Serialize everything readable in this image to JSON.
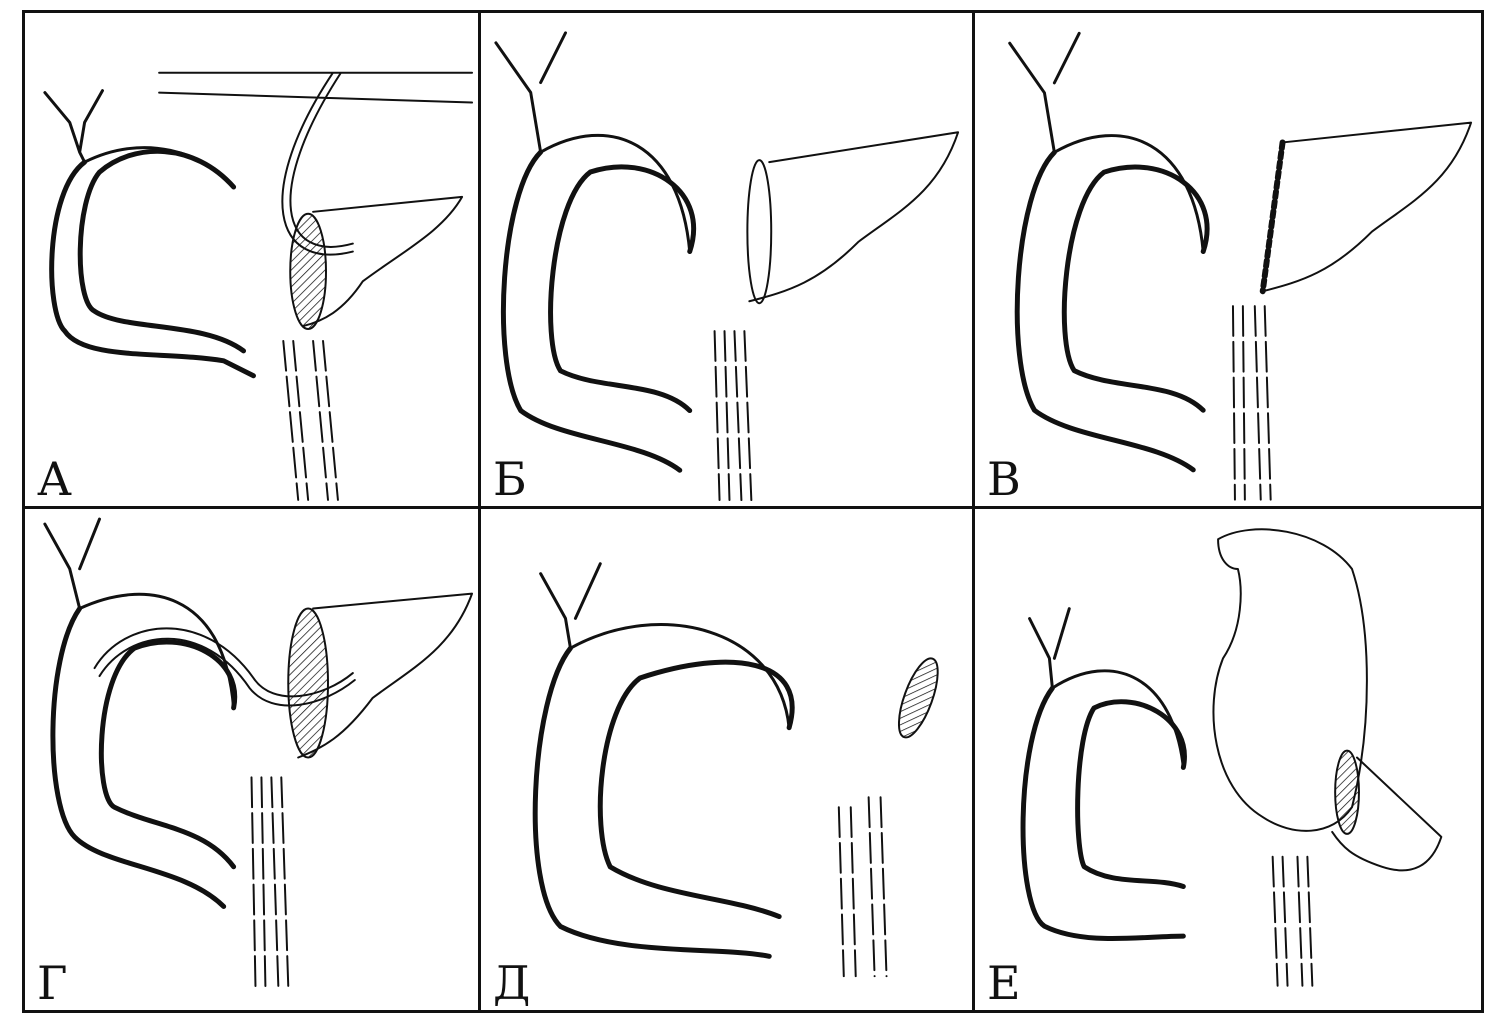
{
  "panels": [
    {
      "label": "А"
    },
    {
      "label": "Б"
    },
    {
      "label": "В"
    },
    {
      "label": "Г"
    },
    {
      "label": "Д"
    },
    {
      "label": "Е"
    }
  ]
}
